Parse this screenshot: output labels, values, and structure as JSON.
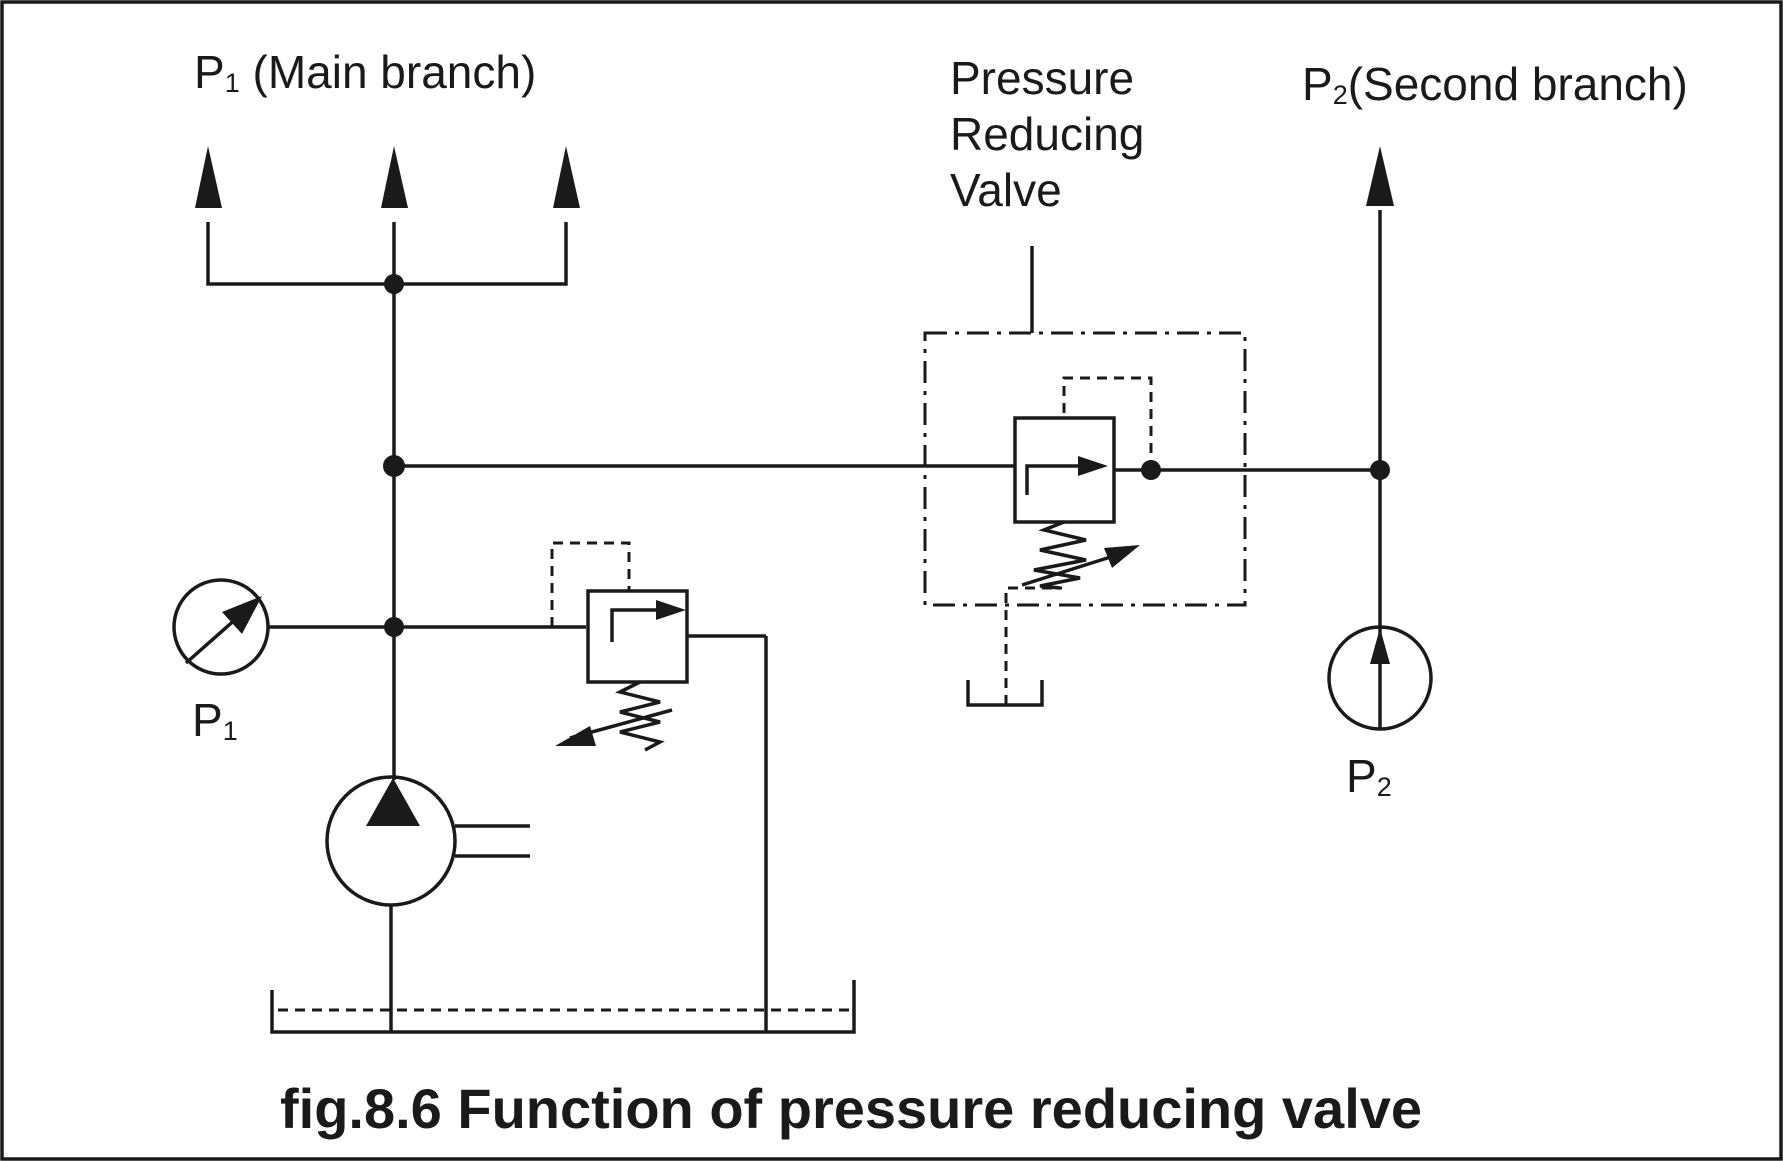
{
  "labels": {
    "p1_main_letter": "P",
    "p1_main_sub": "1",
    "p1_main_text": " (Main branch)",
    "prv_line1": "Pressure",
    "prv_line2": "Reducing",
    "prv_line3": "Valve",
    "p2_second_letter": "P",
    "p2_second_sub": "2",
    "p2_second_text": "(Second branch)",
    "gauge1_letter": "P",
    "gauge1_sub": "1",
    "gauge2_letter": "P",
    "gauge2_sub": "2"
  },
  "caption": "fig.8.6 Function of pressure reducing valve"
}
